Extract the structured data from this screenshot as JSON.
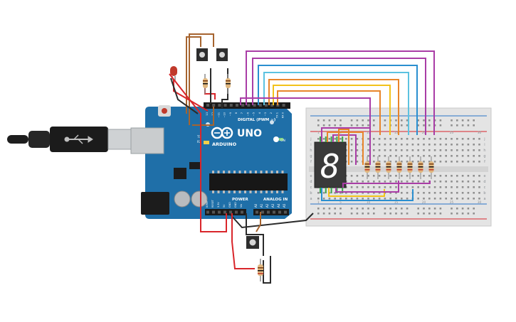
{
  "arduino": {
    "brand": "UNO",
    "logo_text": "ARDUINO",
    "on_label": "ON",
    "digital_label": "DIGITAL (PWM ~)",
    "power_label": "POWER",
    "analog_label": "ANALOG IN",
    "tx_label": "TX",
    "rx_label": "RX",
    "digital_pins": [
      "13",
      "12",
      "~11",
      "~10",
      "~9",
      "8",
      "7",
      "~6",
      "~5",
      "4",
      "~3",
      "2",
      "TX 1",
      "RX 0"
    ],
    "power_pins": [
      "IOREF",
      "RESET",
      "3.3V",
      "5V",
      "GND",
      "GND",
      "Vin"
    ],
    "analog_pins": [
      "A0",
      "A1",
      "A2",
      "A3",
      "A4",
      "A5"
    ]
  },
  "breadboard": {
    "row_letters_top": [
      "j",
      "i",
      "h",
      "g",
      "f"
    ],
    "row_letters_bottom": [
      "e",
      "d",
      "c",
      "b",
      "a"
    ],
    "column_numbers": [
      "1",
      "5",
      "10",
      "15",
      "20",
      "25",
      "30"
    ]
  },
  "display": {
    "digit": "8"
  },
  "colors": {
    "board": "#1f6fa8",
    "wire_red": "#d9262b",
    "wire_black": "#2b2b2b",
    "wire_purple": "#a93da6",
    "wire_blue": "#2a8fd0",
    "wire_cyan": "#5cc2e0",
    "wire_orange": "#e8852a",
    "wire_yellow": "#f2c21b",
    "wire_brown": "#a6642f",
    "wire_green": "#3aa64a"
  }
}
